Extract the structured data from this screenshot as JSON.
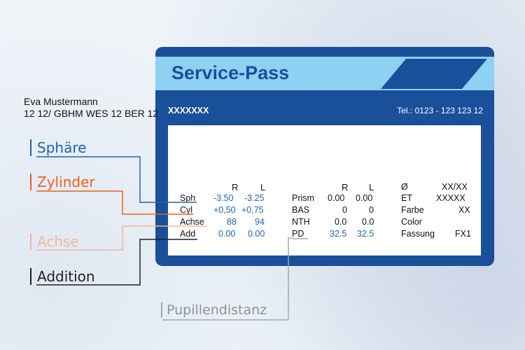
{
  "card": {
    "title": "Service-Pass",
    "id_text": "XXXXXXX",
    "tel": "Tel.: 0123 - 123 123 12",
    "name": "Eva Mustermann",
    "code": "12 12/ GBHM WES 12 BER 12",
    "col_r": "R",
    "col_l": "L",
    "left_table": [
      {
        "label": "Sph",
        "r": "-3.50",
        "l": "-3.25"
      },
      {
        "label": "Cyl",
        "r": "+0,50",
        "l": "+0,75"
      },
      {
        "label": "Achse",
        "r": "88",
        "l": "94"
      },
      {
        "label": "Add",
        "r": "0.00",
        "l": "0.00"
      }
    ],
    "mid_table": [
      {
        "label": "Prism",
        "r": "0.00",
        "l": "0.00"
      },
      {
        "label": "BAS",
        "r": "0",
        "l": "0"
      },
      {
        "label": "NTH",
        "r": "0.0",
        "l": "0.0"
      },
      {
        "label": "PD",
        "r": "32.5",
        "l": "32.5"
      }
    ],
    "right_table": [
      {
        "label": "Ø",
        "value": "XX/XX"
      },
      {
        "label": "ET",
        "value": "XXXXX"
      },
      {
        "label": "Farbe",
        "value": "XX"
      },
      {
        "label": "Color",
        "value": ""
      },
      {
        "label": "Fassung",
        "value": "FX1"
      }
    ]
  },
  "callouts": {
    "sphaere": "Sphäre",
    "zylinder": "Zylinder",
    "achse": "Achse",
    "addition": "Addition",
    "pupillendistanz": "Pupillendistanz"
  },
  "colors": {
    "card_blue": "#1a4f9a",
    "header_light_blue": "#8ed1f3",
    "value_blue": "#1f63b0",
    "zylinder_orange": "#e8611c",
    "achse_peach": "#f3b79a",
    "pd_gray": "#a3a7ad"
  }
}
